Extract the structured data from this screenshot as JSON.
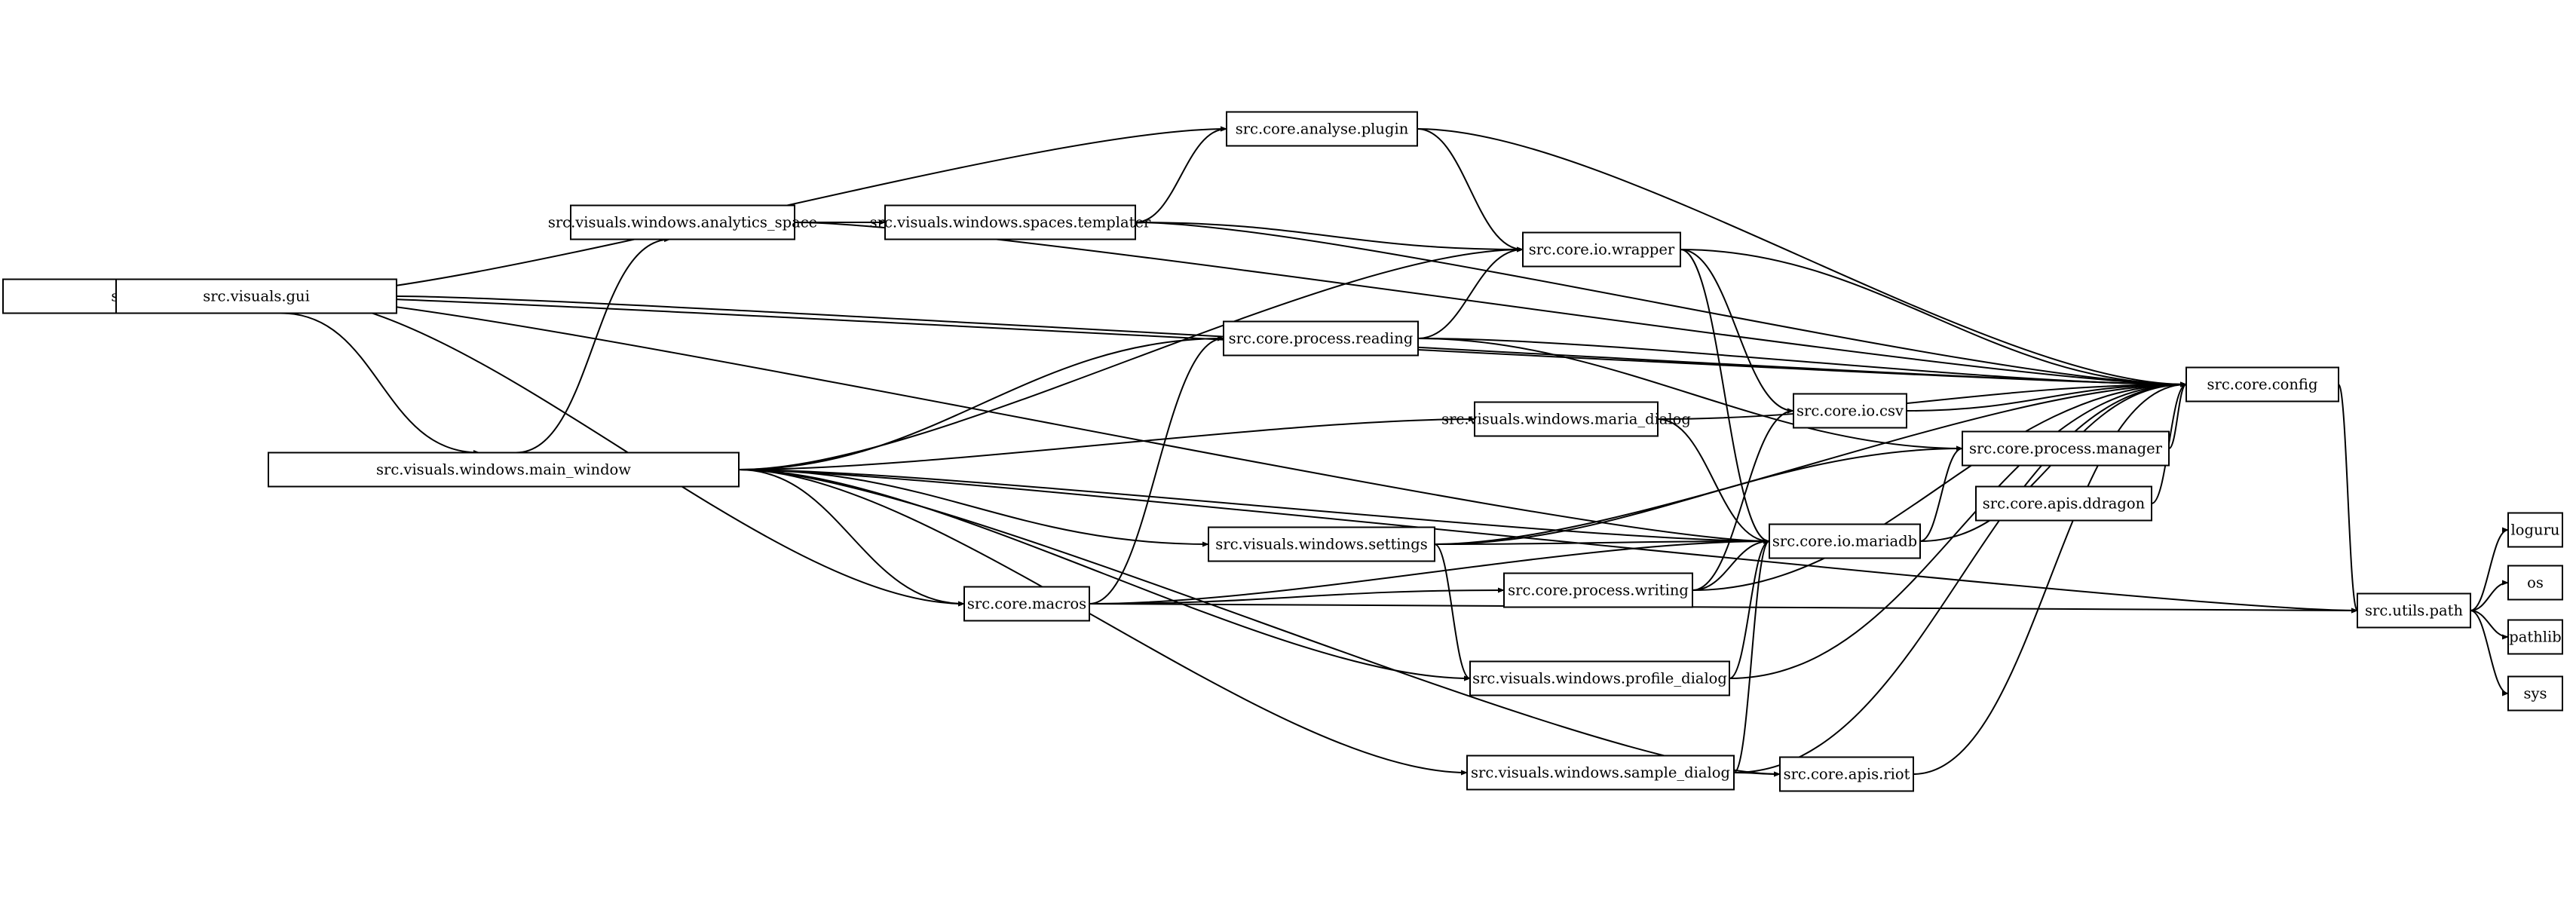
{
  "graph": {
    "nodes": {
      "main": "src.main",
      "gui": "src.visuals.gui",
      "mainwin": "src.visuals.windows.main_window",
      "analytics": "src.visuals.windows.analytics_space",
      "templater": "src.visuals.windows.spaces.templater",
      "plugin": "src.core.analyse.plugin",
      "wrapper": "src.core.io.wrapper",
      "reading": "src.core.process.reading",
      "maria_dialog": "src.visuals.windows.maria_dialog",
      "settings": "src.visuals.windows.settings",
      "macros": "src.core.macros",
      "writing": "src.core.process.writing",
      "profile": "src.visuals.windows.profile_dialog",
      "sample": "src.visuals.windows.sample_dialog",
      "csv": "src.core.io.csv",
      "manager": "src.core.process.manager",
      "ddragon": "src.core.apis.ddragon",
      "mariadb": "src.core.io.mariadb",
      "riot": "src.core.apis.riot",
      "config": "src.core.config",
      "path": "src.utils.path",
      "loguru": "loguru",
      "os": "os",
      "pathlib": "pathlib",
      "sys": "sys"
    },
    "edges": [
      [
        "main",
        "gui"
      ],
      [
        "main",
        "config"
      ],
      [
        "main",
        "plugin"
      ],
      [
        "main",
        "macros"
      ],
      [
        "main",
        "mariadb"
      ],
      [
        "gui",
        "config"
      ],
      [
        "gui",
        "mainwin"
      ],
      [
        "mainwin",
        "path"
      ],
      [
        "mainwin",
        "analytics"
      ],
      [
        "mainwin",
        "wrapper"
      ],
      [
        "mainwin",
        "reading"
      ],
      [
        "mainwin",
        "maria_dialog"
      ],
      [
        "mainwin",
        "mariadb"
      ],
      [
        "mainwin",
        "settings"
      ],
      [
        "mainwin",
        "macros"
      ],
      [
        "mainwin",
        "sample"
      ],
      [
        "mainwin",
        "riot"
      ],
      [
        "mainwin",
        "profile"
      ],
      [
        "analytics",
        "templater"
      ],
      [
        "analytics",
        "config"
      ],
      [
        "templater",
        "plugin"
      ],
      [
        "templater",
        "wrapper"
      ],
      [
        "templater",
        "config"
      ],
      [
        "plugin",
        "wrapper"
      ],
      [
        "plugin",
        "config"
      ],
      [
        "wrapper",
        "config"
      ],
      [
        "wrapper",
        "csv"
      ],
      [
        "wrapper",
        "mariadb"
      ],
      [
        "reading",
        "wrapper"
      ],
      [
        "reading",
        "config"
      ],
      [
        "reading",
        "manager"
      ],
      [
        "maria_dialog",
        "config"
      ],
      [
        "maria_dialog",
        "mariadb"
      ],
      [
        "settings",
        "config"
      ],
      [
        "settings",
        "manager"
      ],
      [
        "settings",
        "mariadb"
      ],
      [
        "settings",
        "profile"
      ],
      [
        "macros",
        "reading"
      ],
      [
        "macros",
        "writing"
      ],
      [
        "macros",
        "mariadb"
      ],
      [
        "macros",
        "path"
      ],
      [
        "writing",
        "csv"
      ],
      [
        "writing",
        "mariadb"
      ],
      [
        "writing",
        "config"
      ],
      [
        "profile",
        "mariadb"
      ],
      [
        "profile",
        "config"
      ],
      [
        "sample",
        "riot"
      ],
      [
        "sample",
        "mariadb"
      ],
      [
        "sample",
        "config"
      ],
      [
        "csv",
        "config"
      ],
      [
        "manager",
        "config"
      ],
      [
        "ddragon",
        "config"
      ],
      [
        "mariadb",
        "manager"
      ],
      [
        "mariadb",
        "config"
      ],
      [
        "riot",
        "config"
      ],
      [
        "config",
        "path"
      ],
      [
        "path",
        "loguru"
      ],
      [
        "path",
        "os"
      ],
      [
        "path",
        "pathlib"
      ],
      [
        "path",
        "sys"
      ]
    ]
  }
}
